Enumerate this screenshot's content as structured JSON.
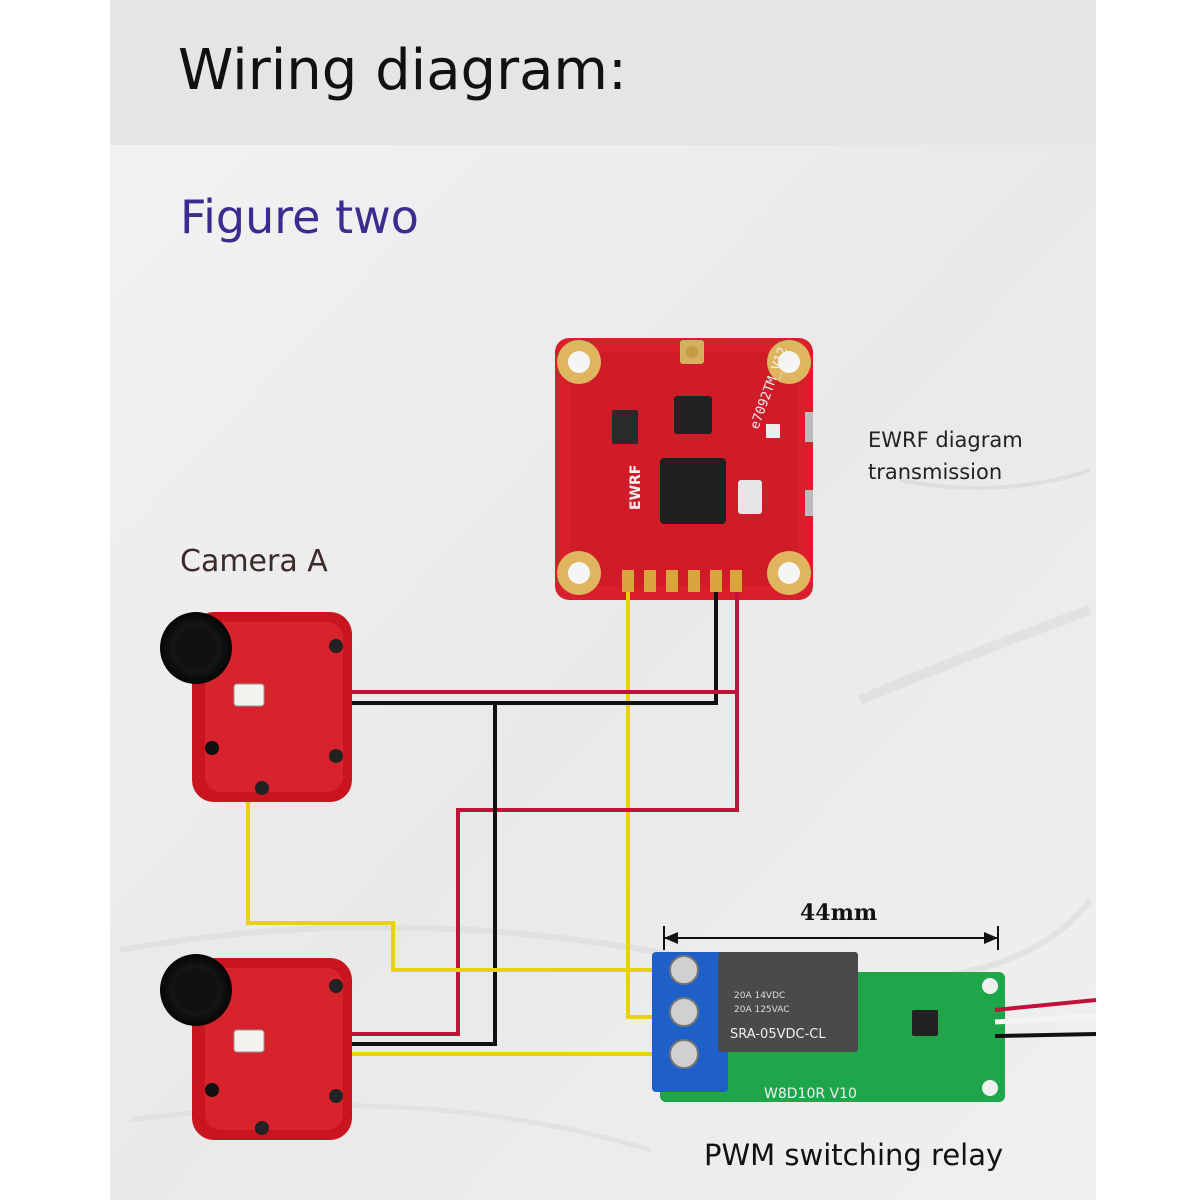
{
  "header": {
    "title": "Wiring diagram:"
  },
  "figure": {
    "subtitle": "Figure two"
  },
  "components": {
    "vtx": {
      "label_line1": "EWRF diagram",
      "label_line2": "transmission",
      "board_text": "e7092TM_V12",
      "brand_text": "EWRF"
    },
    "camera": {
      "label": "Camera A"
    },
    "relay": {
      "label": "PWM switching relay",
      "dimension": "44mm",
      "relay_part": "SRA-05VDC-CL",
      "rating1": "20A 14VDC",
      "rating2": "20A 125VAC",
      "board_model": "W8D10R V10"
    }
  },
  "colors": {
    "header_band": "#e7e7e7",
    "vtx_board": "#d81f2b",
    "camera_body": "#c9151f",
    "relay_pcb": "#1fa54a",
    "terminal_block": "#1f5fc8",
    "relay_cube": "#4a4a4a",
    "wire_red": "#c0123a",
    "wire_black": "#111111",
    "wire_yellow": "#e8d20c"
  }
}
